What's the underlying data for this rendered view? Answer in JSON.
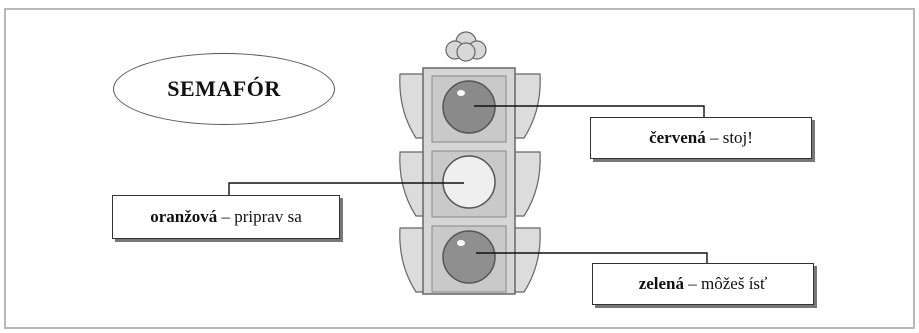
{
  "diagram": {
    "title": "SEMAFÓR",
    "lights": [
      {
        "color_name": "červená",
        "sep": " – ",
        "meaning": "stoj!",
        "fill": "#8a8a8a"
      },
      {
        "color_name": "oranžová",
        "sep": " – ",
        "meaning": "priprav sa",
        "fill": "#efefef"
      },
      {
        "color_name": "zelená",
        "sep": " – ",
        "meaning": "môžeš ísť",
        "fill": "#8f8f8f"
      }
    ]
  }
}
